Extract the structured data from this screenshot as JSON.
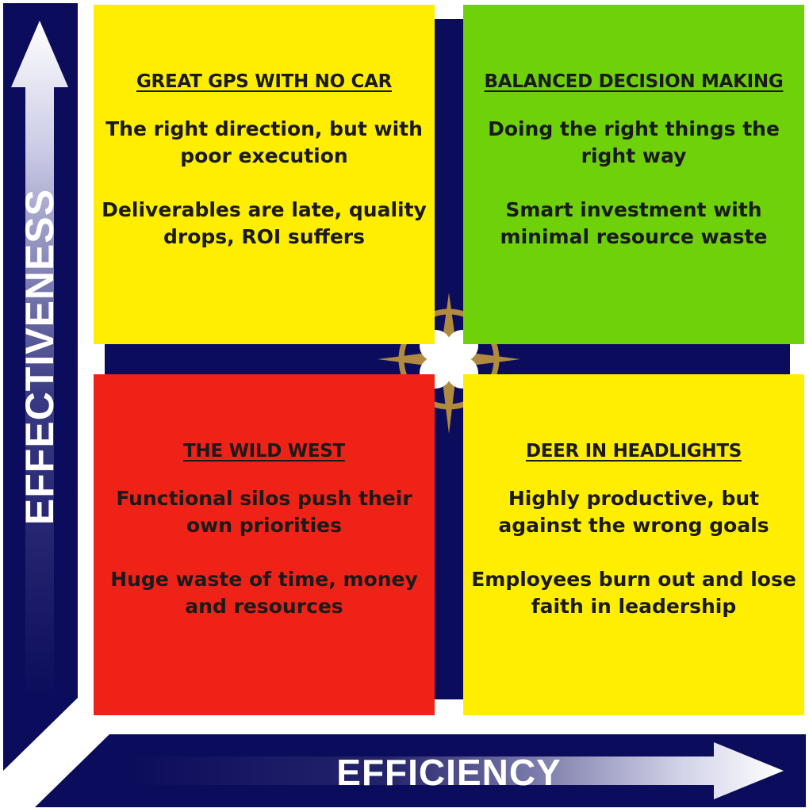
{
  "diagram": {
    "y_axis_label": "EFFECTIVENESS",
    "x_axis_label": "EFFICIENCY",
    "colors": {
      "navy": "#0c0c5c",
      "yellow": "#ffee00",
      "green": "#6fd10a",
      "red": "#ef2217",
      "gold": "#b08a3e"
    },
    "center_emblem": "compass-clover-icon",
    "quadrants": {
      "top_left": {
        "title": "GREAT GPS WITH NO CAR",
        "line1": "The right direction, but with poor execution",
        "line2": "Deliverables are late, quality drops, ROI suffers"
      },
      "top_right": {
        "title": "BALANCED DECISION MAKING",
        "line1": "Doing the right things the right way",
        "line2": "Smart investment with minimal resource waste"
      },
      "bottom_left": {
        "title": "THE WILD WEST",
        "line1": "Functional silos push their own priorities",
        "line2": "Huge waste of time, money and resources"
      },
      "bottom_right": {
        "title": "DEER IN HEADLIGHTS",
        "line1": "Highly productive, but against the wrong goals",
        "line2": "Employees burn out and lose faith in leadership"
      }
    }
  }
}
